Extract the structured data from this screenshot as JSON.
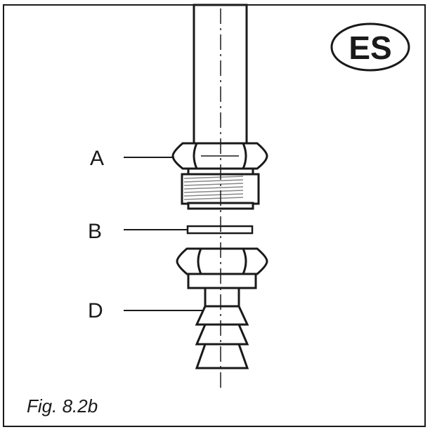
{
  "diagram": {
    "labels": {
      "a": "A",
      "b": "B",
      "d": "D"
    },
    "badge": "ES",
    "caption": "Fig. 8.2b"
  },
  "colors": {
    "line": "#1a1a1a",
    "thread": "#888888",
    "background": "#ffffff"
  }
}
